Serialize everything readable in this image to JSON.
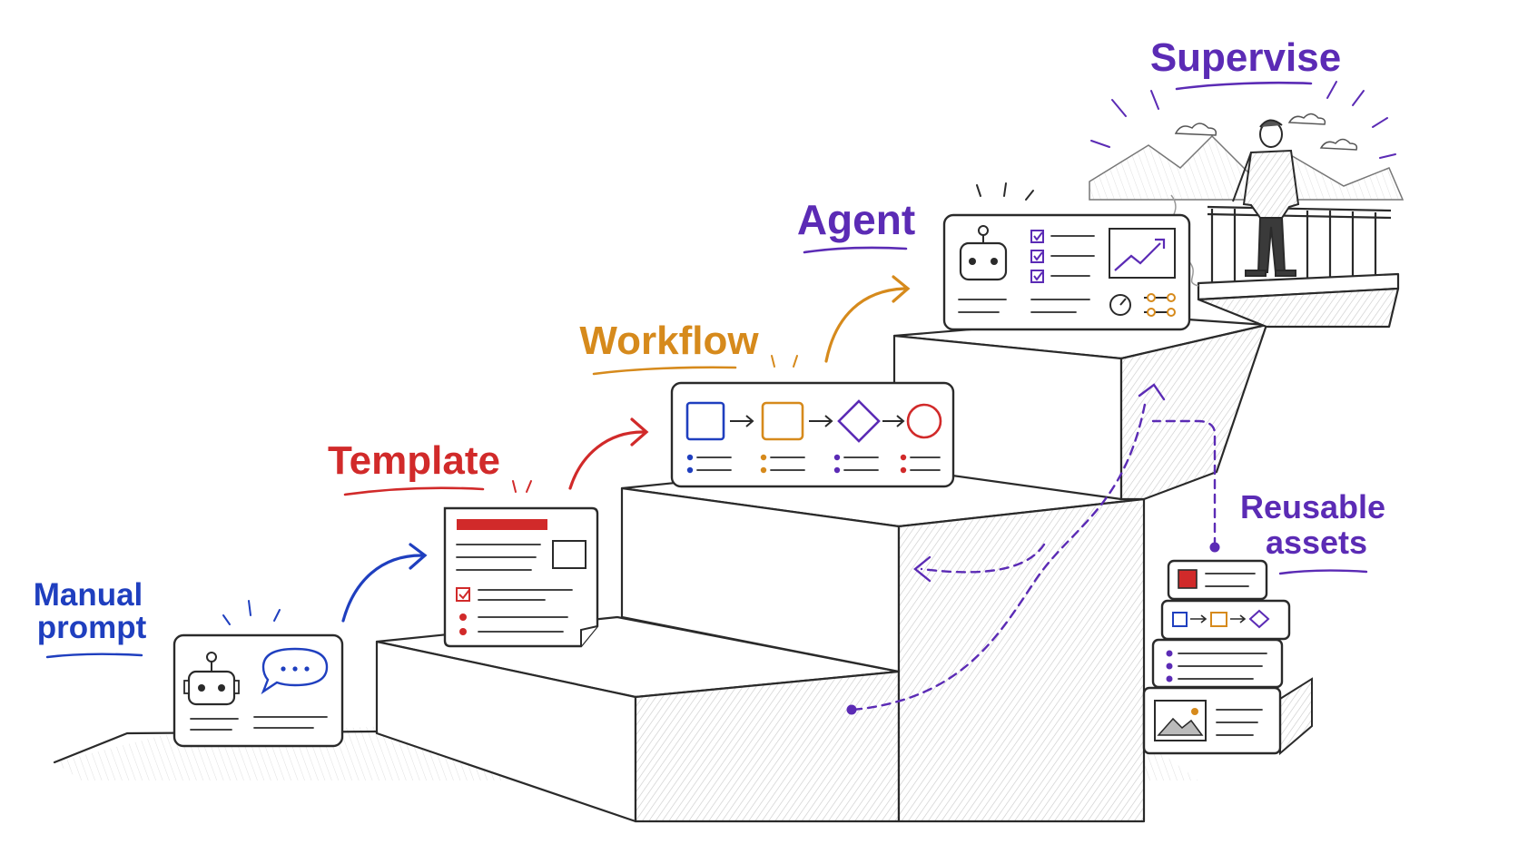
{
  "stages": {
    "manual_prompt": {
      "line1": "Manual",
      "line2": "prompt"
    },
    "template": {
      "label": "Template"
    },
    "workflow": {
      "label": "Workflow"
    },
    "agent": {
      "label": "Agent"
    },
    "supervise": {
      "label": "Supervise"
    },
    "reusable_assets": {
      "line1": "Reusable",
      "line2": "assets"
    }
  },
  "colors": {
    "manual_prompt": "#1f3fbf",
    "template": "#d12a2a",
    "workflow": "#d68a1c",
    "agent": "#5b2bb5",
    "supervise": "#5b2bb5",
    "reusable_assets": "#5b2bb5",
    "ink": "#2a2a2a"
  },
  "icons": [
    "robot-icon",
    "speech-bubble-icon",
    "checkbox-icon",
    "trend-chart-icon",
    "dial-icon",
    "slider-icon",
    "flow-square-icon",
    "flow-diamond-icon",
    "flow-circle-icon",
    "image-icon",
    "person-icon",
    "mountain-icon",
    "cloud-icon"
  ]
}
